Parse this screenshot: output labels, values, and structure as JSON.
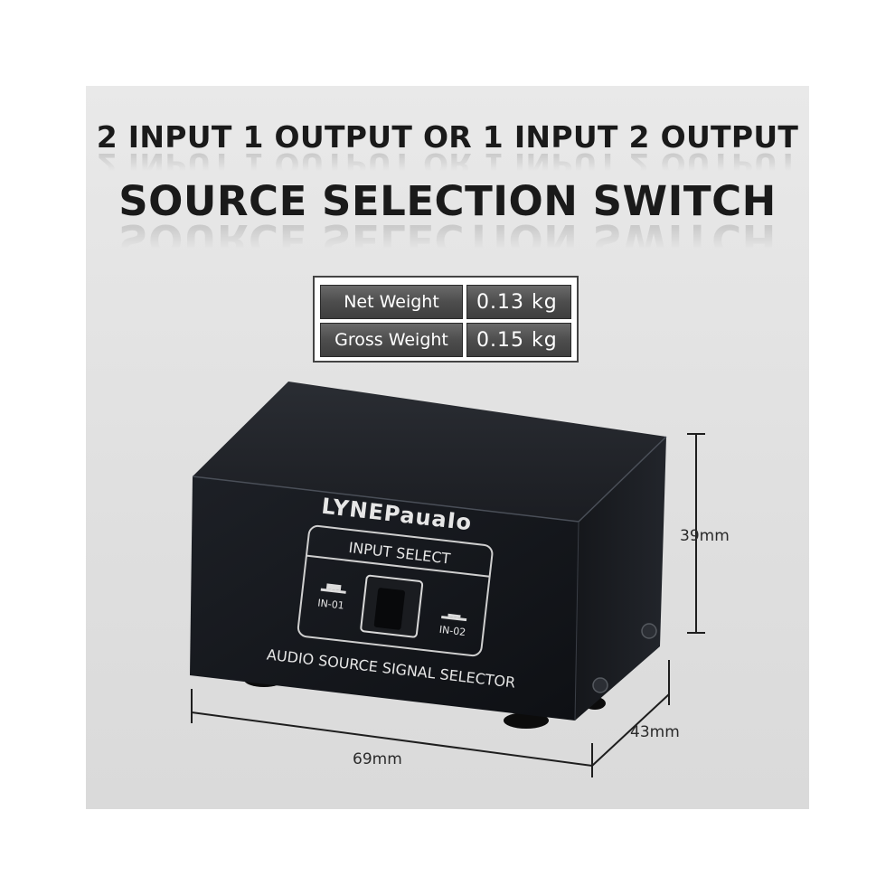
{
  "headline": {
    "line1": "2 INPUT 1 OUTPUT OR 1 INPUT 2 OUTPUT",
    "line2": "SOURCE SELECTION SWITCH"
  },
  "weights": [
    {
      "label": "Net Weight",
      "value": "0.13 kg"
    },
    {
      "label": "Gross Weight",
      "value": "0.15 kg"
    }
  ],
  "device": {
    "brand": "LYNEPauaIo",
    "panel_title": "INPUT SELECT",
    "input_left": "IN-01",
    "input_right": "IN-02",
    "caption": "AUDIO SOURCE SIGNAL SELECTOR"
  },
  "dimensions": {
    "height": "39mm",
    "depth": "43mm",
    "width": "69mm"
  },
  "colors": {
    "background": "#e3e3e3",
    "device_body": "#121419",
    "text_dark": "#1a1a1a"
  }
}
